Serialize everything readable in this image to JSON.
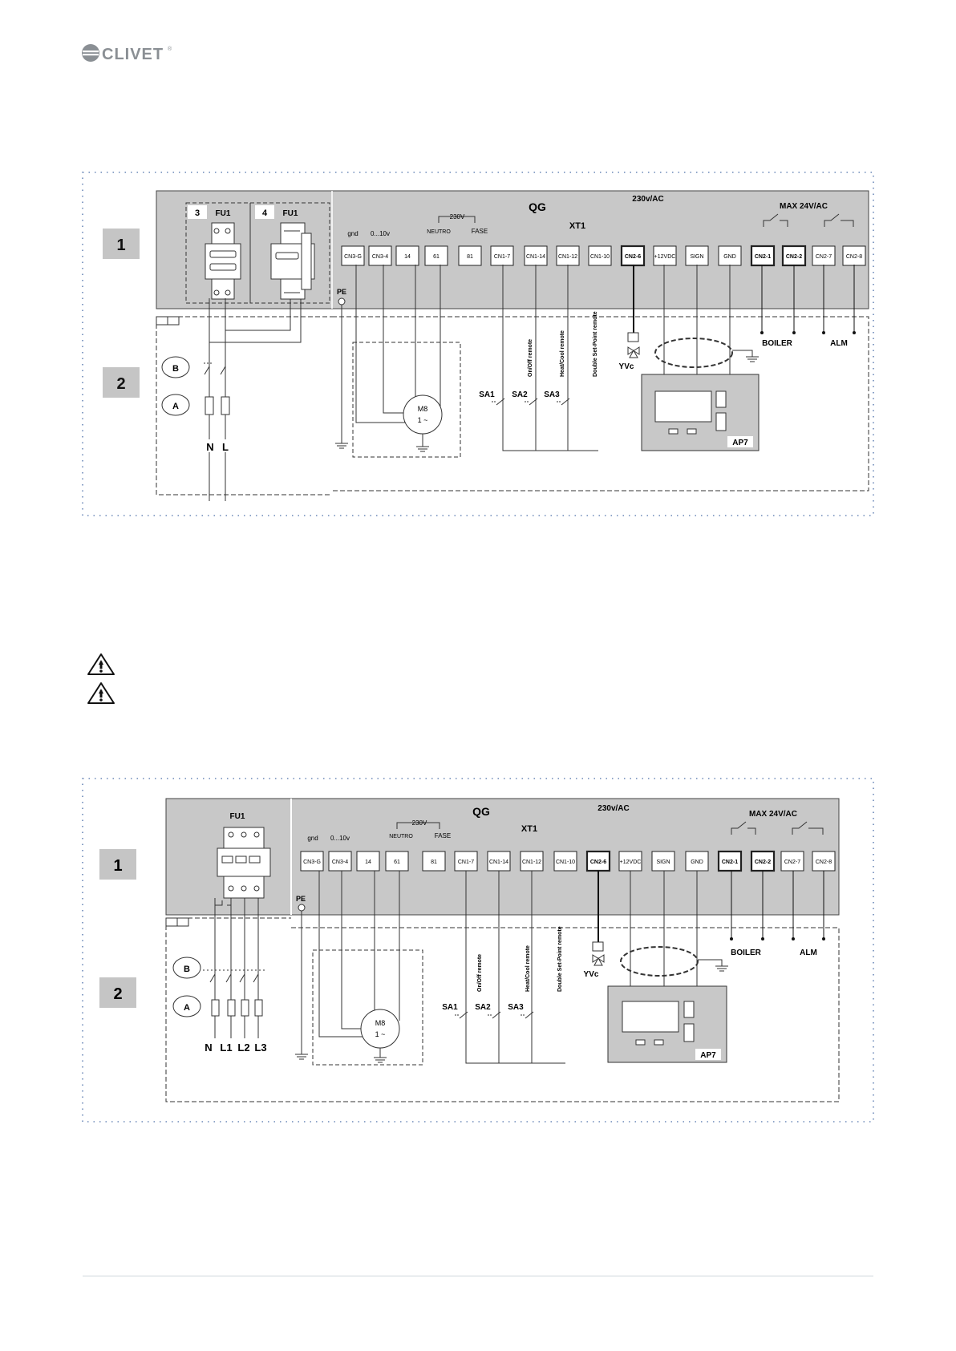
{
  "brand": {
    "name": "CLIVET",
    "mark": "®"
  },
  "d1": {
    "rows": [
      "1",
      "2"
    ],
    "fuses": [
      {
        "num": "3",
        "label": "FU1"
      },
      {
        "num": "4",
        "label": "FU1"
      }
    ],
    "panel": "QG",
    "strip": "XT1",
    "v230": "230V",
    "v230ac": "230v/AC",
    "max24": "MAX 24V/AC",
    "top_labels": {
      "gnd": "gnd",
      "v010": "0...10v",
      "neutro": "NEUTRO",
      "fase": "FASE"
    },
    "terminals": [
      "CN3-G",
      "CN3-4",
      "14",
      "61",
      "81",
      "CN1-7",
      "CN1-14",
      "CN1-12",
      "CN1-10",
      "CN2-6",
      "+12VDC",
      "SIGN",
      "GND",
      "CN2-1",
      "CN2-2",
      "CN2-7",
      "CN2-8"
    ],
    "pe": "PE",
    "markers": [
      "B",
      "A"
    ],
    "lines": [
      "N",
      "L"
    ],
    "motor": [
      "M8",
      "1 ~"
    ],
    "switches": [
      "SA1",
      "SA2",
      "SA3"
    ],
    "remotes": [
      "On/Off remote",
      "Heat/Cool remote",
      "Double Set-Point remote"
    ],
    "yvc": "YVc",
    "boiler": "BOILER",
    "alm": "ALM",
    "ap7": "AP7"
  },
  "d2": {
    "rows": [
      "1",
      "2"
    ],
    "fuse": "FU1",
    "panel": "QG",
    "strip": "XT1",
    "v230": "230V",
    "v230ac": "230v/AC",
    "max24": "MAX 24V/AC",
    "top_labels": {
      "gnd": "gnd",
      "v010": "0...10v",
      "neutro": "NEUTRO",
      "fase": "FASE"
    },
    "terminals": [
      "CN3-G",
      "CN3-4",
      "14",
      "61",
      "81",
      "CN1-7",
      "CN1-14",
      "CN1-12",
      "CN1-10",
      "CN2-6",
      "+12VDC",
      "SIGN",
      "GND",
      "CN2-1",
      "CN2-2",
      "CN2-7",
      "CN2-8"
    ],
    "pe": "PE",
    "markers": [
      "B",
      "A"
    ],
    "lines": [
      "N",
      "L1",
      "L2",
      "L3"
    ],
    "motor": [
      "M8",
      "1 ~"
    ],
    "switches": [
      "SA1",
      "SA2",
      "SA3"
    ],
    "remotes": [
      "On/Off remote",
      "Heat/Cool remote",
      "Double Set-Point remote"
    ],
    "yvc": "YVc",
    "boiler": "BOILER",
    "alm": "ALM",
    "ap7": "AP7"
  }
}
